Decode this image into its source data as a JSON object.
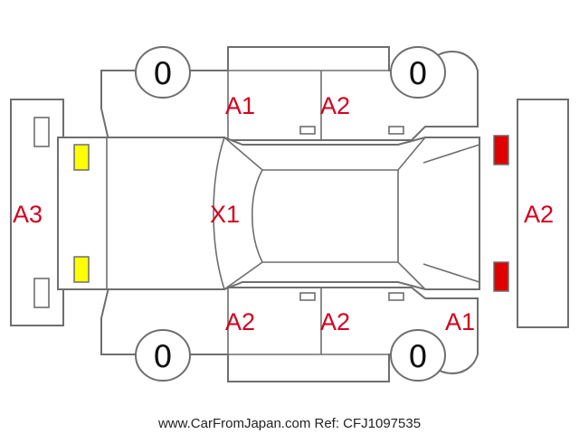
{
  "colors": {
    "damage_code": "#d4001e",
    "yellow_lamp": "#ffff00",
    "red_lamp": "#e00000",
    "outline": "#6e6e6e"
  },
  "tires": {
    "front_left": "0",
    "front_right": "0",
    "rear_left": "0",
    "rear_right": "0"
  },
  "damage_codes": {
    "rear_bumper": "A3",
    "front_bumper": "A2",
    "roof": "X1",
    "upper_rear_door": "A1",
    "upper_front_door": "A2",
    "lower_rear_door": "A2",
    "lower_front_door": "A2",
    "lower_front_fender": "A1"
  },
  "footer": {
    "text": "www.CarFromJapan.com Ref: CFJ1097535"
  }
}
